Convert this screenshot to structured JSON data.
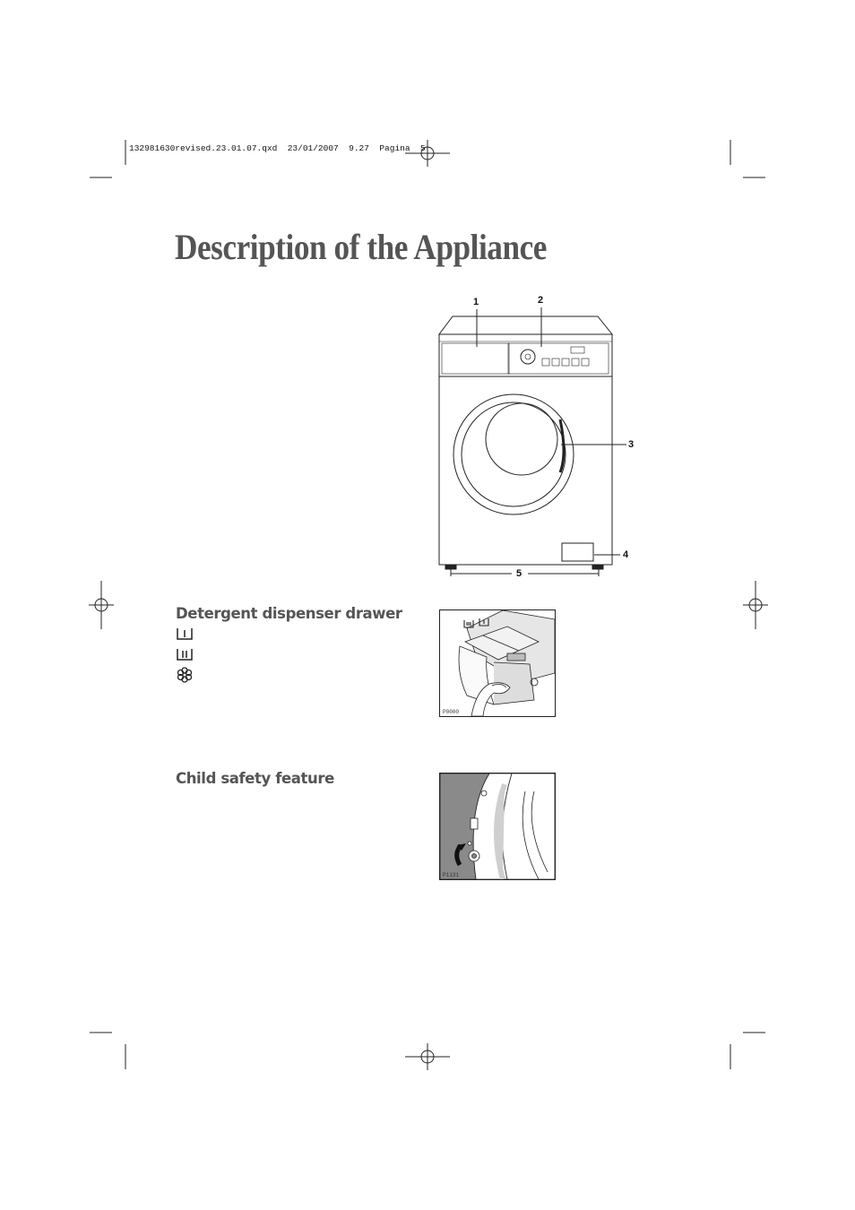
{
  "print_header": {
    "line": "132981630revised.23.01.07.qxd  23/01/2007  9.27  Pagina  5"
  },
  "page_title": "Description of the Appliance",
  "appliance_diagram": {
    "callouts": [
      "1",
      "2",
      "3",
      "4",
      "5"
    ]
  },
  "detergent_section": {
    "heading": "Detergent dispenser drawer",
    "symbols": [
      "compartment-I-icon",
      "compartment-II-icon",
      "softener-flower-icon"
    ],
    "photo_code": "P0000"
  },
  "child_safety_section": {
    "heading": "Child safety feature",
    "photo_code": "P1131"
  }
}
